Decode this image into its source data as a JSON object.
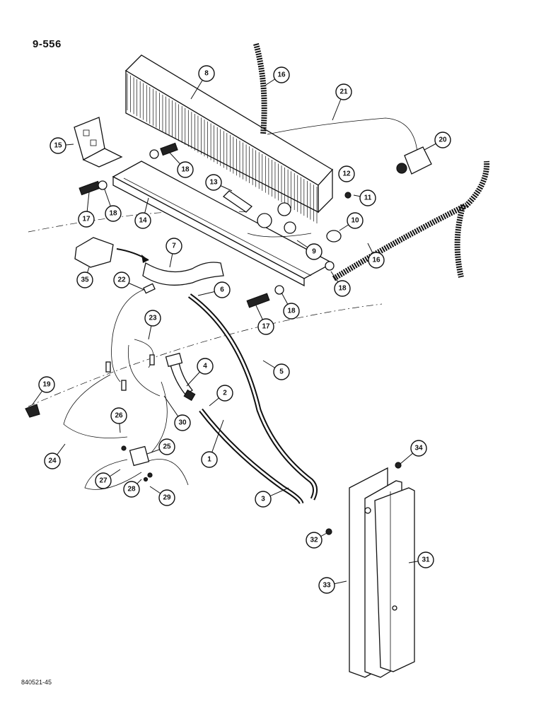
{
  "page_number": "9-556",
  "drawing_number": "840521-45",
  "callouts": [
    "1",
    "2",
    "3",
    "4",
    "5",
    "6",
    "7",
    "8",
    "9",
    "10",
    "11",
    "12",
    "13",
    "14",
    "15",
    "16",
    "16",
    "17",
    "17",
    "18",
    "18",
    "18",
    "18",
    "19",
    "20",
    "21",
    "22",
    "23",
    "24",
    "25",
    "26",
    "27",
    "28",
    "29",
    "30",
    "31",
    "32",
    "33",
    "34",
    "35"
  ]
}
